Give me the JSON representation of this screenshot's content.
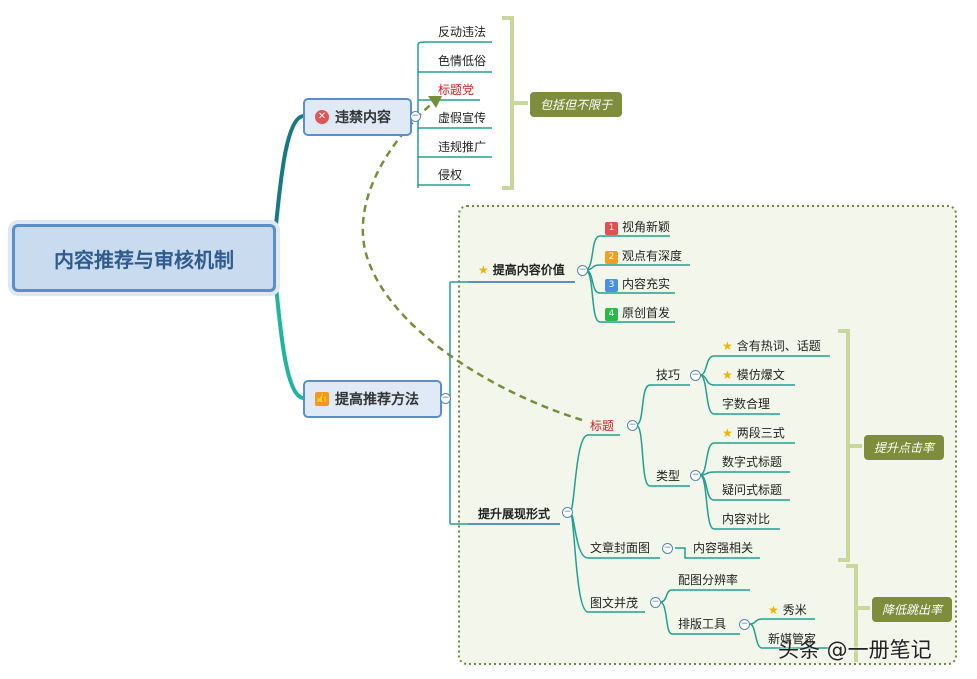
{
  "root": "内容推荐与审核机制",
  "branch_prohibited": {
    "label": "违禁内容",
    "items": [
      "反动违法",
      "色情低俗",
      "标题党",
      "虚假宣传",
      "违规推广",
      "侵权"
    ],
    "callout": "包括但不限于"
  },
  "branch_recommend": {
    "label": "提高推荐方法",
    "value": {
      "label": "提高内容价值",
      "items": [
        {
          "num": "1",
          "label": "视角新颖",
          "color": "#e05050"
        },
        {
          "num": "2",
          "label": "观点有深度",
          "color": "#f0a020"
        },
        {
          "num": "3",
          "label": "内容充实",
          "color": "#4a90e2"
        },
        {
          "num": "4",
          "label": "原创首发",
          "color": "#2bb84a"
        }
      ]
    },
    "format": {
      "label": "提升展现形式",
      "title": {
        "label": "标题",
        "skills": {
          "label": "技巧",
          "items": [
            "含有热词、话题",
            "模仿爆文",
            "字数合理"
          ]
        },
        "types": {
          "label": "类型",
          "items": [
            "两段三式",
            "数字式标题",
            "疑问式标题",
            "内容对比"
          ]
        }
      },
      "cover": {
        "label": "文章封面图",
        "item": "内容强相关"
      },
      "images": {
        "label": "图文并茂",
        "resolution": "配图分辨率",
        "tools": {
          "label": "排版工具",
          "items": [
            "秀米",
            "新媒管家"
          ]
        }
      }
    },
    "callout_ctr": "提升点击率",
    "callout_bounce": "降低跳出率"
  },
  "watermark": "头条 @一册笔记",
  "colors": {
    "teal": "#1aa89a",
    "blue": "#5b8fcc",
    "olive": "#7d8d3c",
    "bracket": "#c8d89c",
    "red": "#d02020",
    "star": "#f0b400"
  }
}
